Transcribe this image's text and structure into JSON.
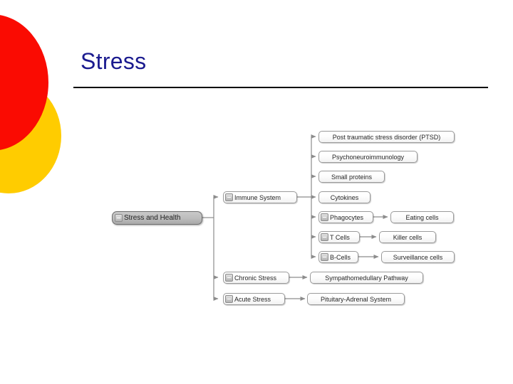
{
  "slide": {
    "title": "Stress",
    "background_color": "#ffffff",
    "title_color": "#1B1B8F",
    "rule_color": "#000000",
    "decor": {
      "red_circle_color": "#FA0B02",
      "yellow_circle_color": "#FFCC00"
    }
  },
  "diagram": {
    "type": "mind-map",
    "node_fill": "#f2f2f2",
    "root_fill": "#b5b5b5",
    "border_color": "#9a9a9a",
    "connector_color": "#8c8c8c",
    "root": {
      "label": "Stress and Health",
      "collapse_icon": "minus-box-icon"
    },
    "branches": [
      {
        "label": "Immune System",
        "collapse_icon": "minus-box-icon",
        "children": [
          {
            "label": "Post traumatic stress disorder (PTSD)",
            "collapse_icon": null,
            "children": []
          },
          {
            "label": "Psychoneuroimmunology",
            "collapse_icon": null,
            "children": []
          },
          {
            "label": "Small proteins",
            "collapse_icon": null,
            "children": []
          },
          {
            "label": "Cytokines",
            "collapse_icon": null,
            "children": []
          },
          {
            "label": "Phagocytes",
            "collapse_icon": "minus-box-icon",
            "children": [
              {
                "label": "Eating cells"
              }
            ]
          },
          {
            "label": "T Cells",
            "collapse_icon": "minus-box-icon",
            "children": [
              {
                "label": "Killer cells"
              }
            ]
          },
          {
            "label": "B-Cells",
            "collapse_icon": "minus-box-icon",
            "children": [
              {
                "label": "Surveillance cells"
              }
            ]
          }
        ]
      },
      {
        "label": "Chronic Stress",
        "collapse_icon": "minus-box-icon",
        "children": [
          {
            "label": "Sympathomedullary Pathway",
            "collapse_icon": null,
            "children": []
          }
        ]
      },
      {
        "label": "Acute Stress",
        "collapse_icon": "minus-box-icon",
        "children": [
          {
            "label": "Pituitary-Adrenal System",
            "collapse_icon": null,
            "children": []
          }
        ]
      }
    ]
  }
}
